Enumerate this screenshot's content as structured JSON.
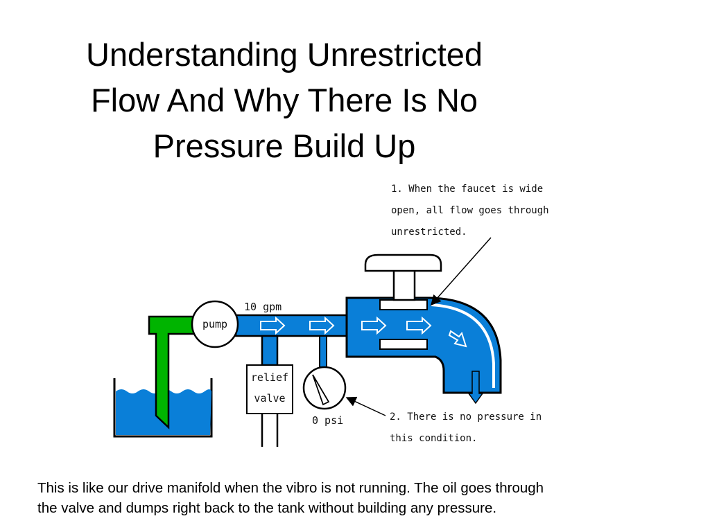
{
  "title": {
    "line1": "Understanding Unrestricted",
    "line2": "Flow And Why There Is No",
    "line3": "Pressure Build Up"
  },
  "diagram": {
    "callout_1": {
      "line1": "1. When the faucet is wide",
      "line2": "open, all flow goes through",
      "line3": "unrestricted."
    },
    "callout_2": {
      "line1": "2. There is no pressure in",
      "line2": "this condition."
    },
    "pump_label": "pump",
    "flow_label": "10 gpm",
    "relief_valve": {
      "line1": "relief",
      "line2": "valve"
    },
    "gauge_label": "0 psi",
    "colors": {
      "fluid": "#0a7fd8",
      "suction_pipe": "#00b400",
      "outline": "#000000"
    }
  },
  "body_text": {
    "line1": "This is like our drive manifold when the vibro is not running.  The oil goes through",
    "line2": "the valve and dumps right back to the tank without building any pressure."
  }
}
